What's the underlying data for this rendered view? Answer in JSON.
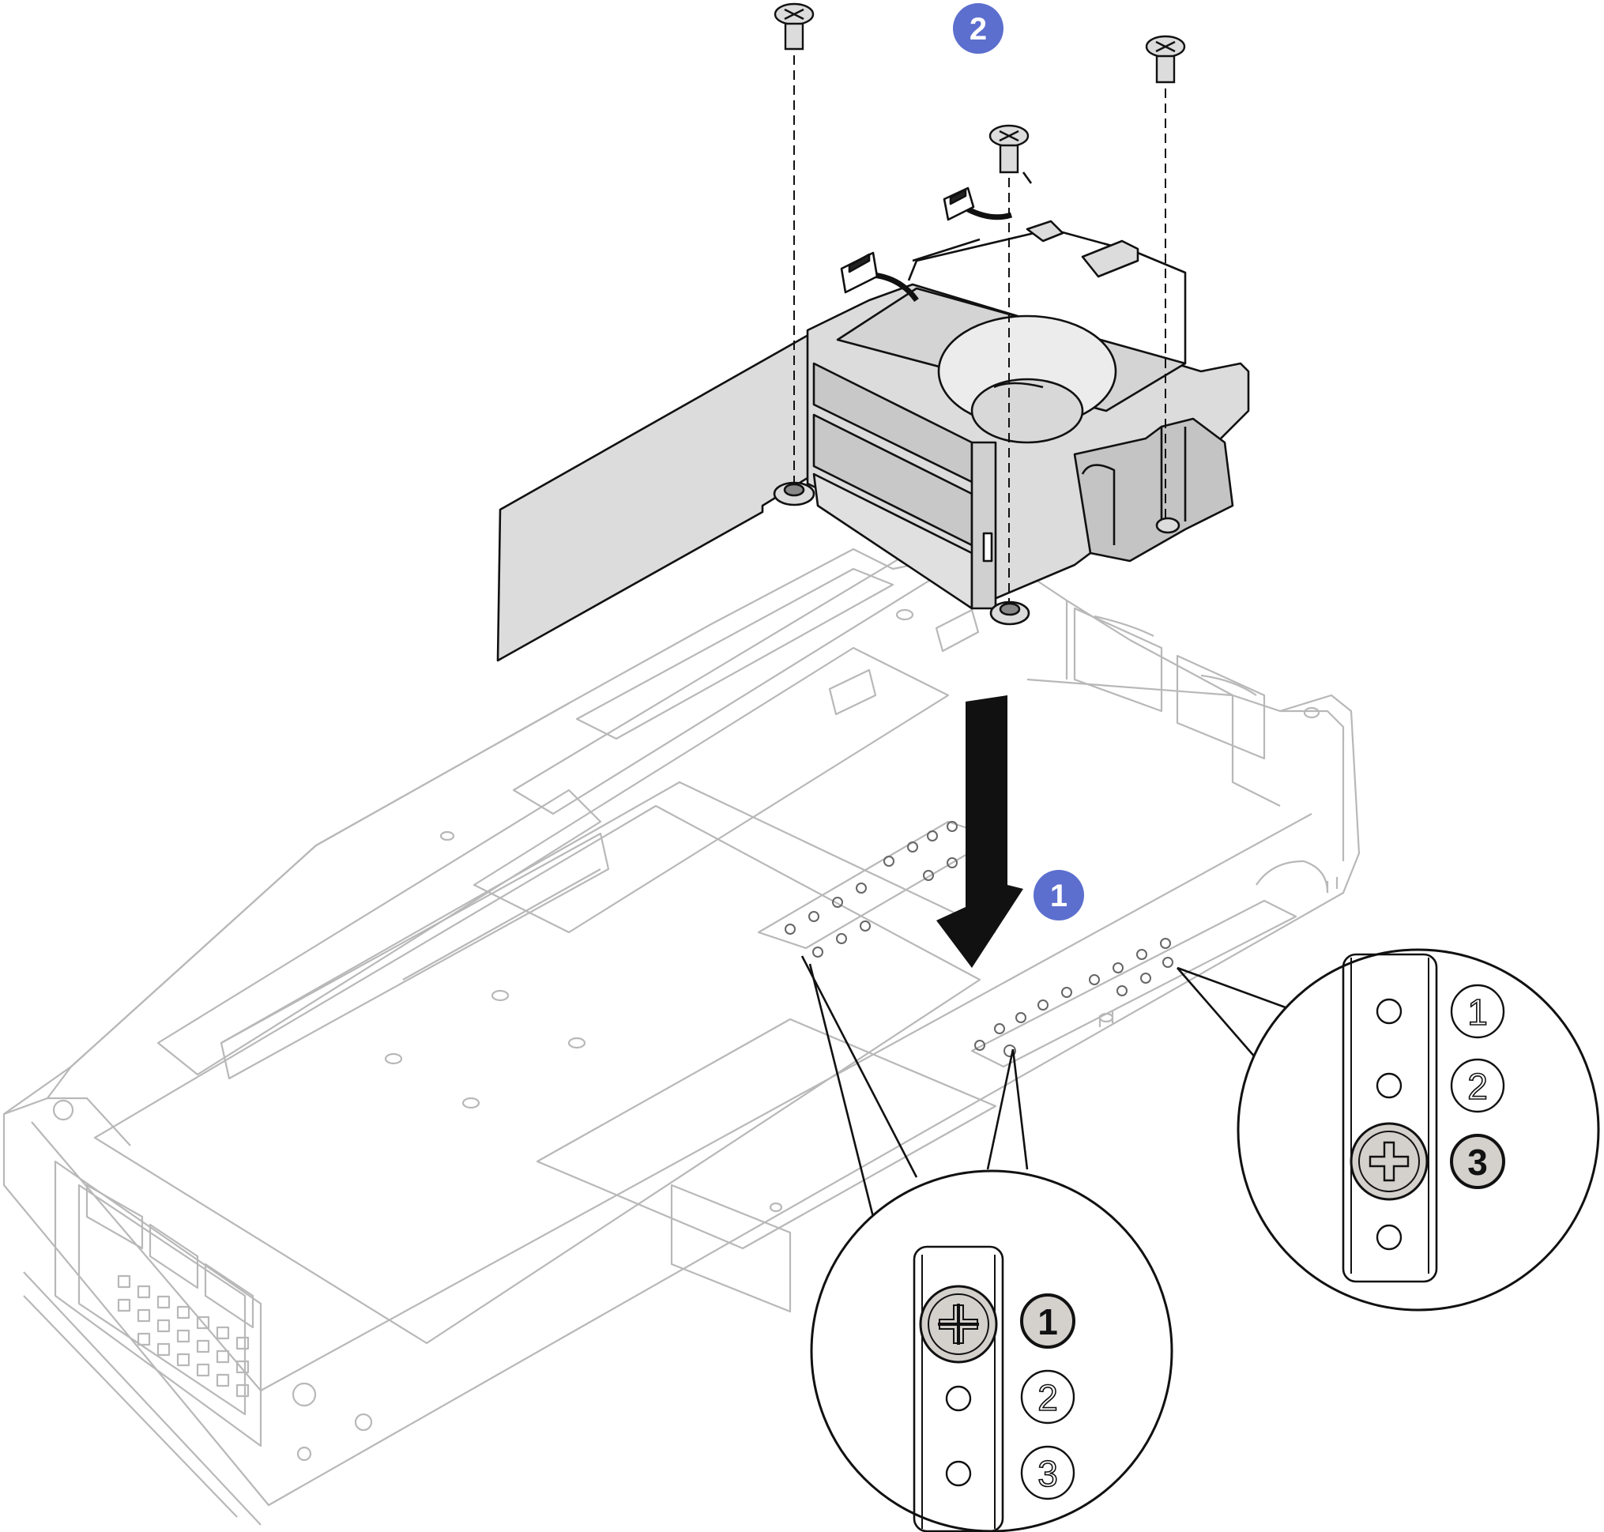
{
  "colors": {
    "line_dark": "#111111",
    "line_light": "#b8b8b8",
    "part_fill": "#dcdcdc",
    "part_fill_dark": "#c4c4c4",
    "step_badge": "#5c6fce",
    "highlight_fill": "#d4d0cc"
  },
  "steps": [
    {
      "label": "1",
      "icon": "step-badge"
    },
    {
      "label": "2",
      "icon": "step-badge"
    }
  ],
  "callouts": [
    {
      "name": "left-slot-callout",
      "positions": [
        {
          "label": "1",
          "selected": true,
          "screw": true
        },
        {
          "label": "2",
          "selected": false,
          "screw": false
        },
        {
          "label": "3",
          "selected": false,
          "screw": false
        }
      ]
    },
    {
      "name": "right-slot-callout",
      "positions": [
        {
          "label": "1",
          "selected": false,
          "screw": false
        },
        {
          "label": "2",
          "selected": false,
          "screw": false
        },
        {
          "label": "3",
          "selected": true,
          "screw": true
        }
      ]
    }
  ],
  "icons": [
    "screw-icon",
    "down-arrow-icon",
    "connector-icon",
    "fan-icon"
  ]
}
